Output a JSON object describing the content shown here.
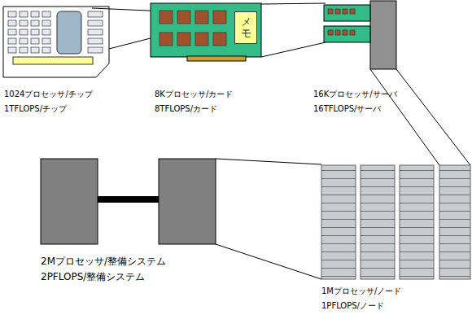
{
  "diagram": {
    "nodes": [
      {
        "text": [
          "メモ"
        ]
      }
    ],
    "labels": [
      "1024プロセッサ/チップ",
      "1TFLOPS/チップ",
      "8Kプロセッサ/カード",
      "8TFLOPS/カード",
      "16Kプロセッサ/サーバ",
      "16TFLOPS/サーバ",
      "2Mプロセッサ/整備システム",
      "2PFLOPS/整備システム",
      "1Mプロセッサ/ノード",
      "1PFLOPS/ノード"
    ]
  }
}
